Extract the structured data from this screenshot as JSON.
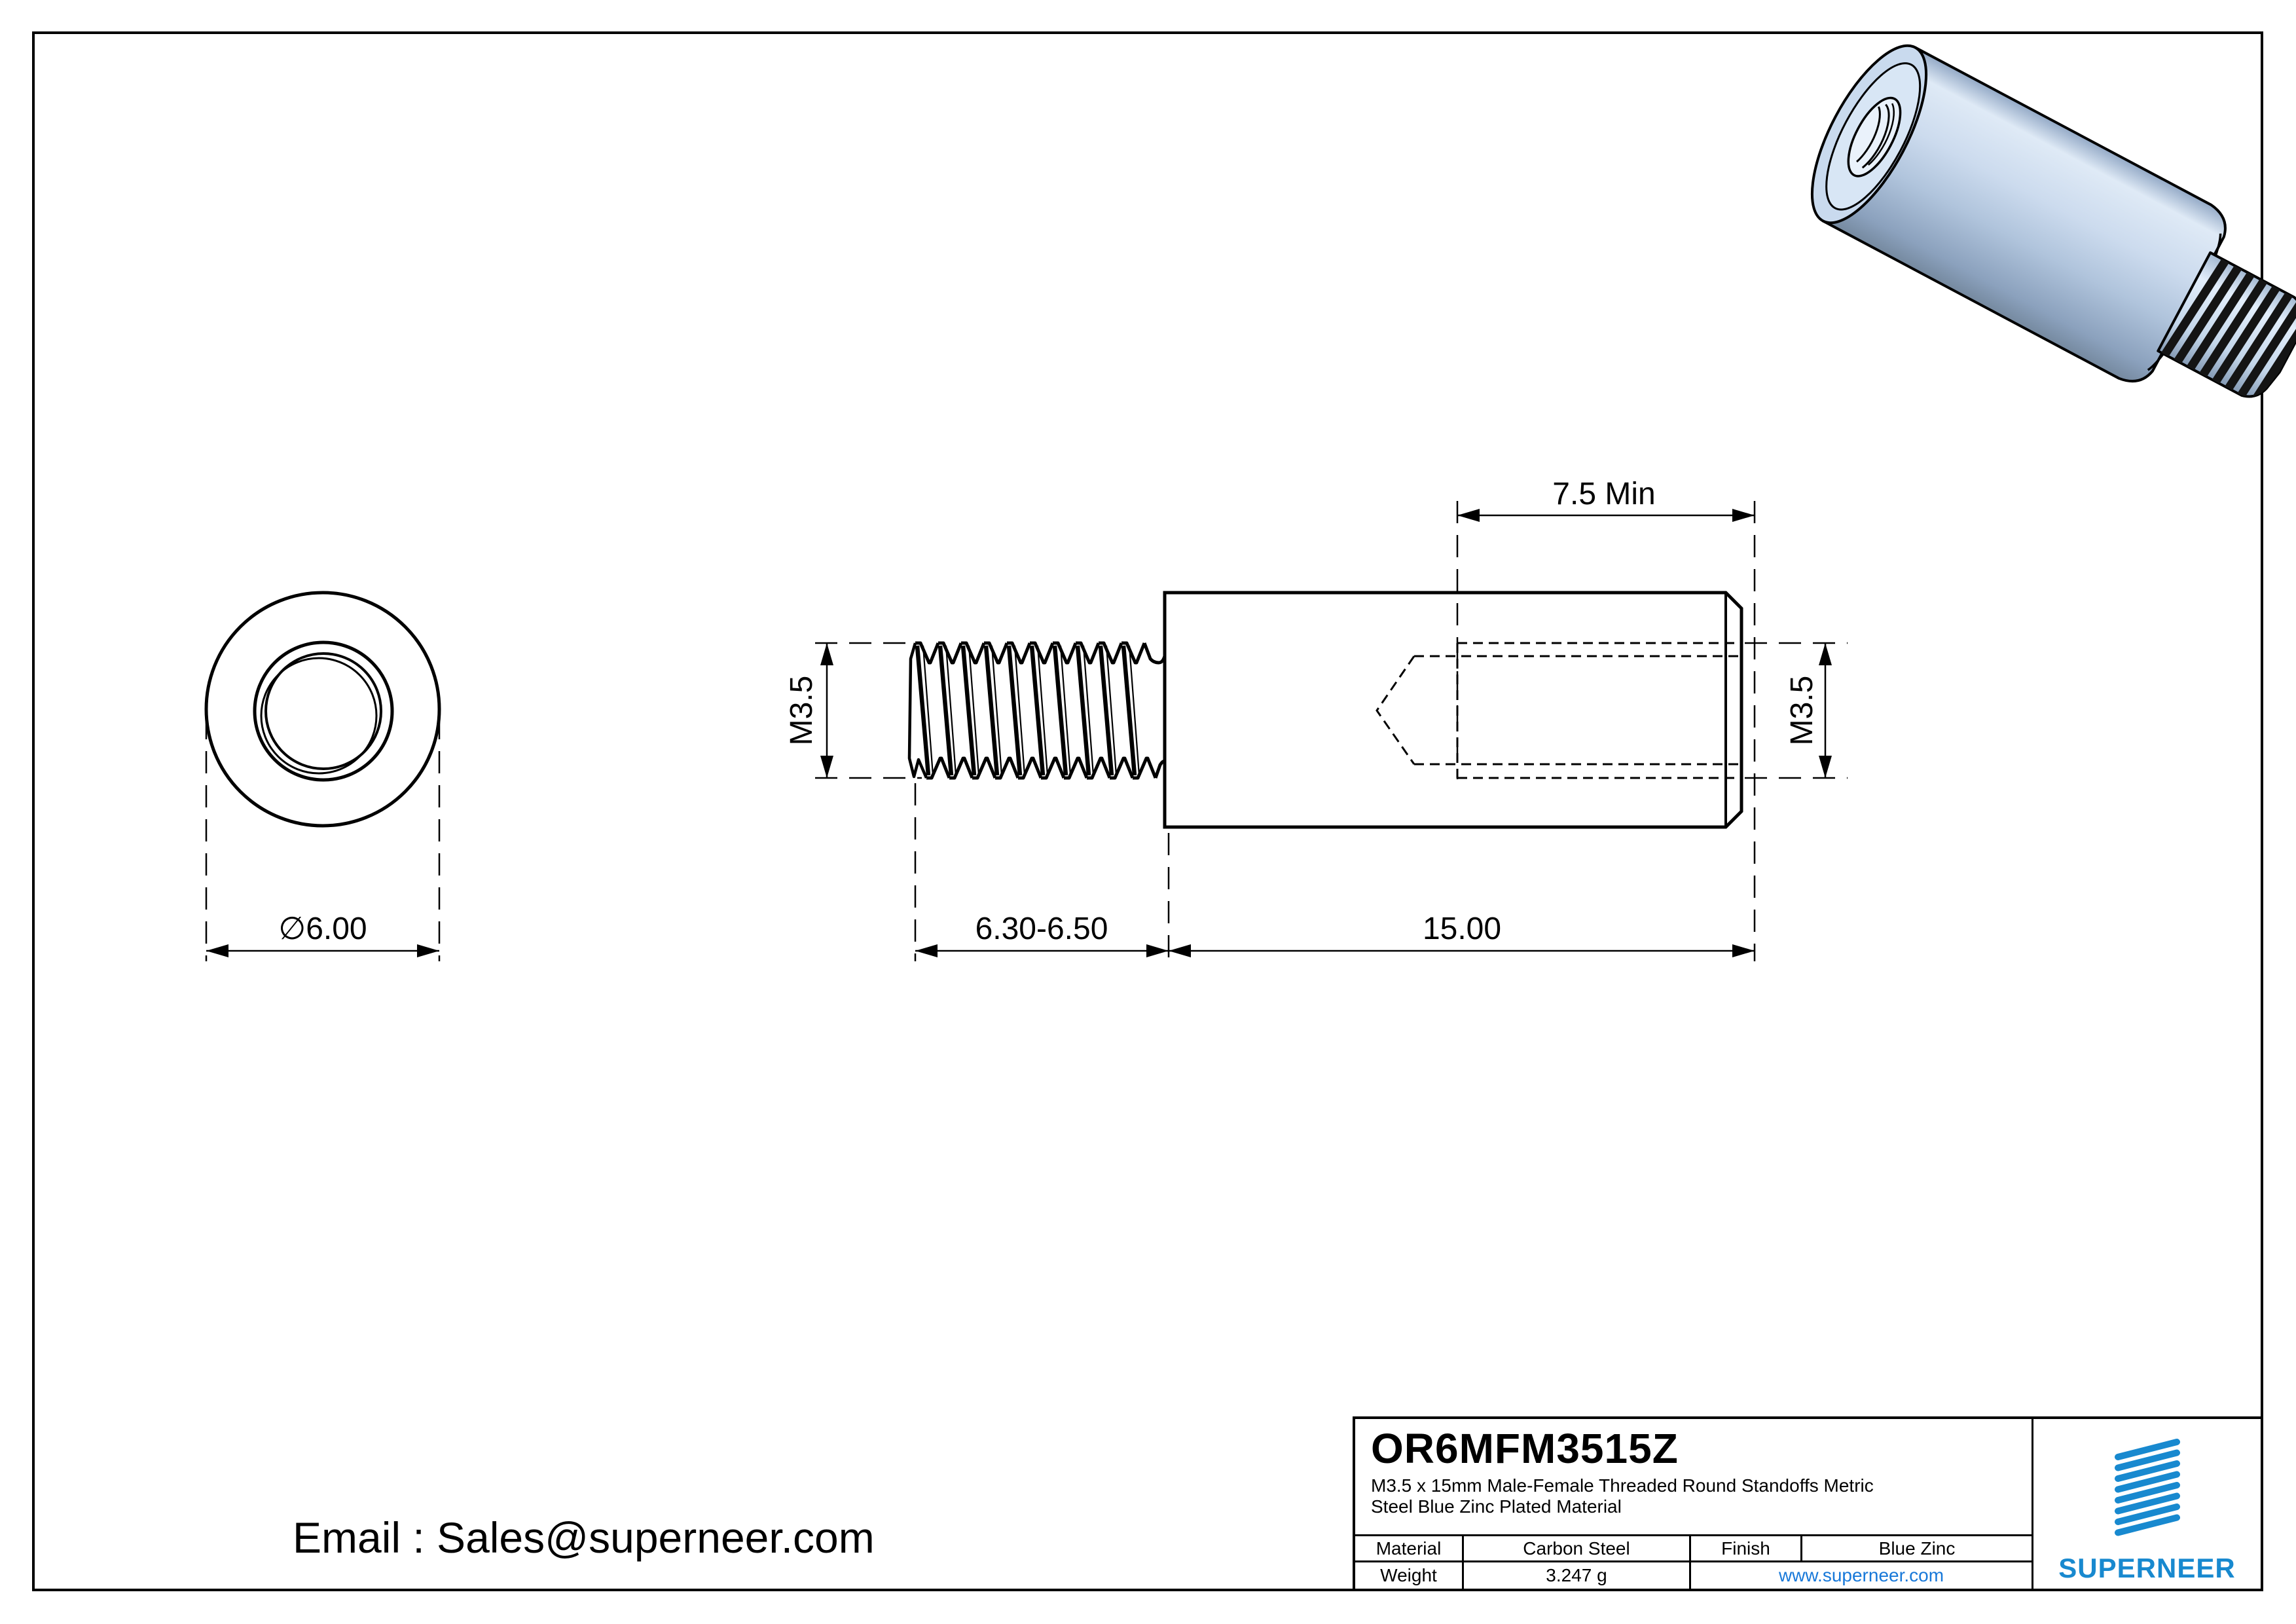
{
  "colors": {
    "line": "#000000",
    "link_blue": "#1778d9",
    "logo_blue": "#1889cf",
    "render_body_light": "#dfeaf6",
    "render_body_mid": "#c3d4e9",
    "render_body_dark": "#7d93ad"
  },
  "drawing": {
    "front_view": {
      "diameter_label": "∅6.00"
    },
    "side_view": {
      "internal_thread_depth": "7.5 Min",
      "thread_label_left": "M3.5",
      "thread_label_right": "M3.5",
      "thread_length": "6.30-6.50",
      "body_length": "15.00"
    }
  },
  "footer": {
    "email": "Email : Sales@superneer.com"
  },
  "title_block": {
    "part_number": "OR6MFM3515Z",
    "description_lines": [
      "M3.5 x 15mm Male-Female Threaded Round Standoffs Metric",
      "Steel Blue Zinc Plated Material"
    ],
    "material_label": "Material",
    "material_value": "Carbon Steel",
    "finish_label": "Finish",
    "finish_value": "Blue Zinc",
    "weight_label": "Weight",
    "weight_value": "3.247 g",
    "website": "www.superneer.com",
    "brand": "SUPERNEER"
  }
}
